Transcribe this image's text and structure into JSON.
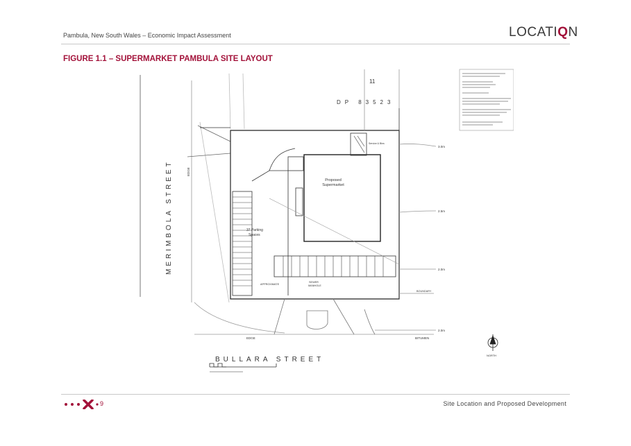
{
  "header": {
    "title": "Pambula, New South Wales – Economic Impact Assessment",
    "logo_prefix": "LOCATI",
    "logo_accent": "Q",
    "logo_suffix": "N"
  },
  "figure": {
    "title": "FIGURE 1.1 – SUPERMARKET PAMBULA SITE LAYOUT"
  },
  "plan": {
    "street_west": "MERIMBOLA STREET",
    "street_south": "BULLARA STREET",
    "lot_number": "11",
    "deposited_plan": "DP 83523",
    "building_label_1": "Proposed",
    "building_label_2": "Supermarket",
    "parking_label_1": "37 Parking",
    "parking_label_2": "Spaces",
    "service_label": "Service & Bins",
    "sewer_label_1": "SEWER",
    "sewer_label_2": "MANHOLE",
    "approx_label": "APPROXIMATE",
    "boundary_label": "BOUNDARY",
    "edge_label_1": "EDGE",
    "edge_label_2": "EDGE",
    "bitumen_label": "BITUMEN",
    "north_label": "NORTH",
    "contour_1": "3.0m",
    "contour_2": "2.5m",
    "contour_3": "2.0m",
    "contour_4": "2.0m"
  },
  "footer": {
    "page_number": "9",
    "section": "Site Location and Proposed Development"
  },
  "colors": {
    "accent": "#a3123a",
    "rule": "#c9c9c9"
  }
}
